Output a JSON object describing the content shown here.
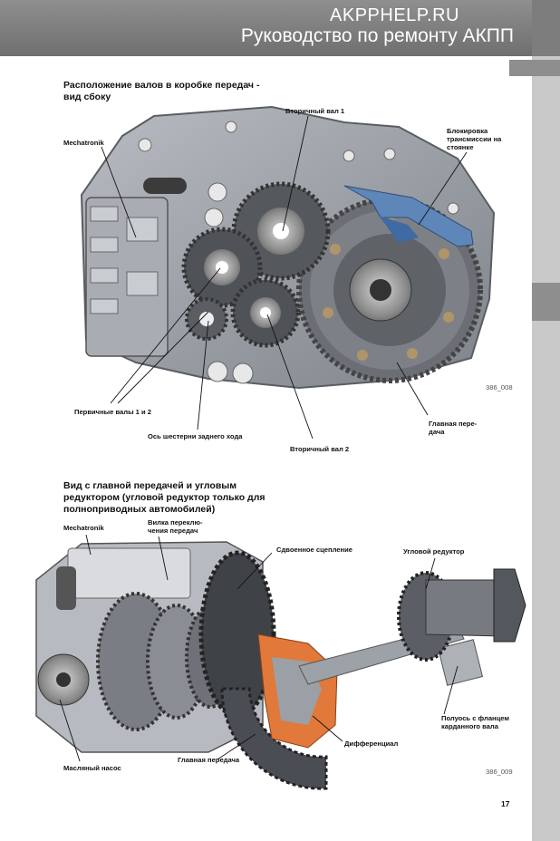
{
  "header": {
    "site": "AKPPHELP.RU",
    "subtitle": "Руководство по ремонту АКПП"
  },
  "section1": {
    "title": "Расположение валов в коробке передач - вид сбоку",
    "code": "386_008",
    "labels": {
      "mechatronik": "Mechatronik",
      "output_shaft1": "Вторичный вал 1",
      "parking_lock": "Блокировка трансмиссии на стоянке",
      "input_shafts": "Первичные валы 1 и 2",
      "reverse_axle": "Ось шестерни заднего хода",
      "output_shaft2": "Вторичный вал 2",
      "final_drive": "Главная пере- дача"
    }
  },
  "section2": {
    "title": "Вид с главной передачей и угловым редуктором (угловой редуктор только для полноприводных автомобилей)",
    "code": "386_009",
    "labels": {
      "mechatronik": "Mechatronik",
      "shift_fork": "Вилка переклю- чения передач",
      "dual_clutch": "Сдвоенное сцепление",
      "angle_gear": "Угловой редуктор",
      "half_shaft": "Полуось с фланцем карданного вала",
      "differential": "Дифференциал",
      "final_drive": "Главная передача",
      "oil_pump": "Масляный насос"
    }
  },
  "page_number": "17"
}
